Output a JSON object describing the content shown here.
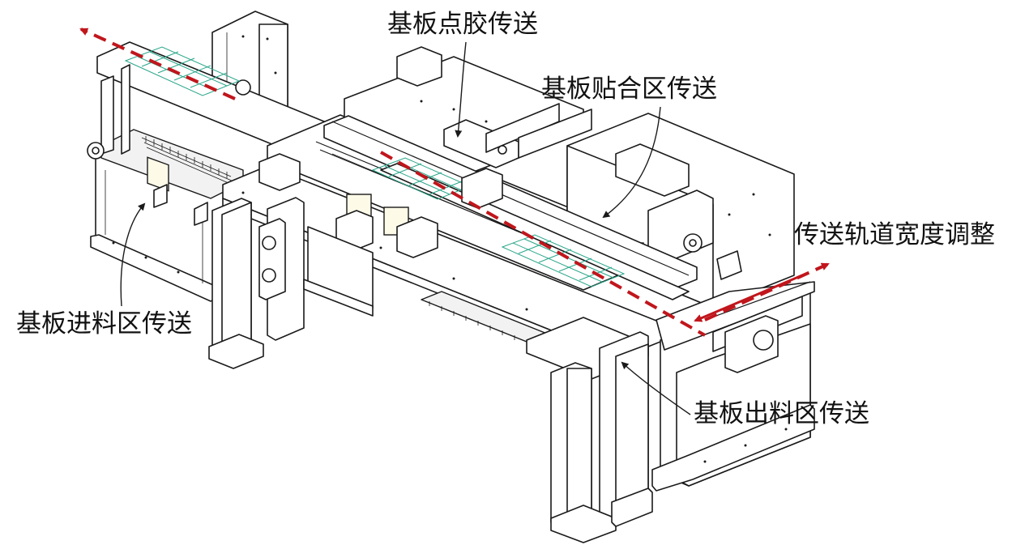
{
  "labels": {
    "dispense": "基板点胶传送",
    "bonding": "基板贴合区传送",
    "width_adjust": "传送轨道宽度调整",
    "infeed": "基板进料区传送",
    "outfeed": "基板出料区传送"
  },
  "colors": {
    "flow_arrow": "#c0161c",
    "substrate_grid": "#2aa68a",
    "line": "#1a1a1a",
    "motor_fill": "#fdfbe8"
  }
}
